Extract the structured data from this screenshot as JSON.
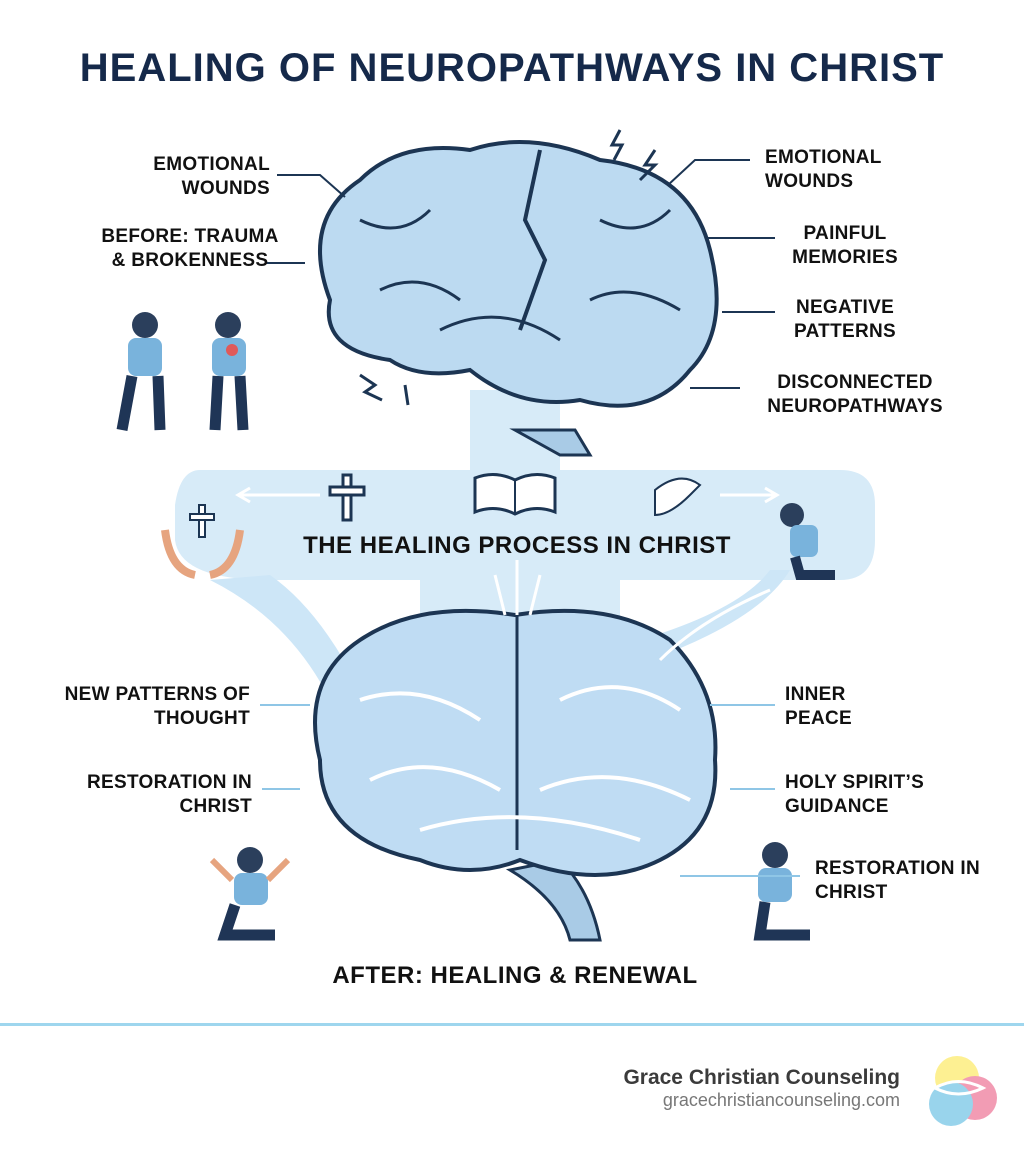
{
  "title": "HEALING OF NEUROPATHWAYS IN CHRIST",
  "before": {
    "left_labels": [
      "EMOTIONAL WOUNDS",
      "BEFORE: TRAUMA & BROKENNESS"
    ],
    "right_labels": [
      "EMOTIONAL WOUNDS",
      "PAINFUL MEMORIES",
      "NEGATIVE PATTERNS",
      "DISCONNECTED NEUROPATHWAYS"
    ]
  },
  "process": {
    "label": "THE HEALING PROCESS IN CHRIST"
  },
  "after": {
    "left_labels": [
      "NEW PATTERNS OF THOUGHT",
      "RESTORATION IN CHRIST"
    ],
    "right_labels": [
      "INNER PEACE",
      "HOLY SPIRIT’S GUIDANCE",
      "RESTORATION IN CHRIST"
    ],
    "caption": "AFTER: HEALING & RENEWAL"
  },
  "footer": {
    "name": "Grace Christian Counseling",
    "url": "gracechristiancounseling.com"
  },
  "colors": {
    "title": "#15294a",
    "brain": "#b9d9f0",
    "outline": "#1c3553",
    "accent_line": "#9ed6ee"
  }
}
